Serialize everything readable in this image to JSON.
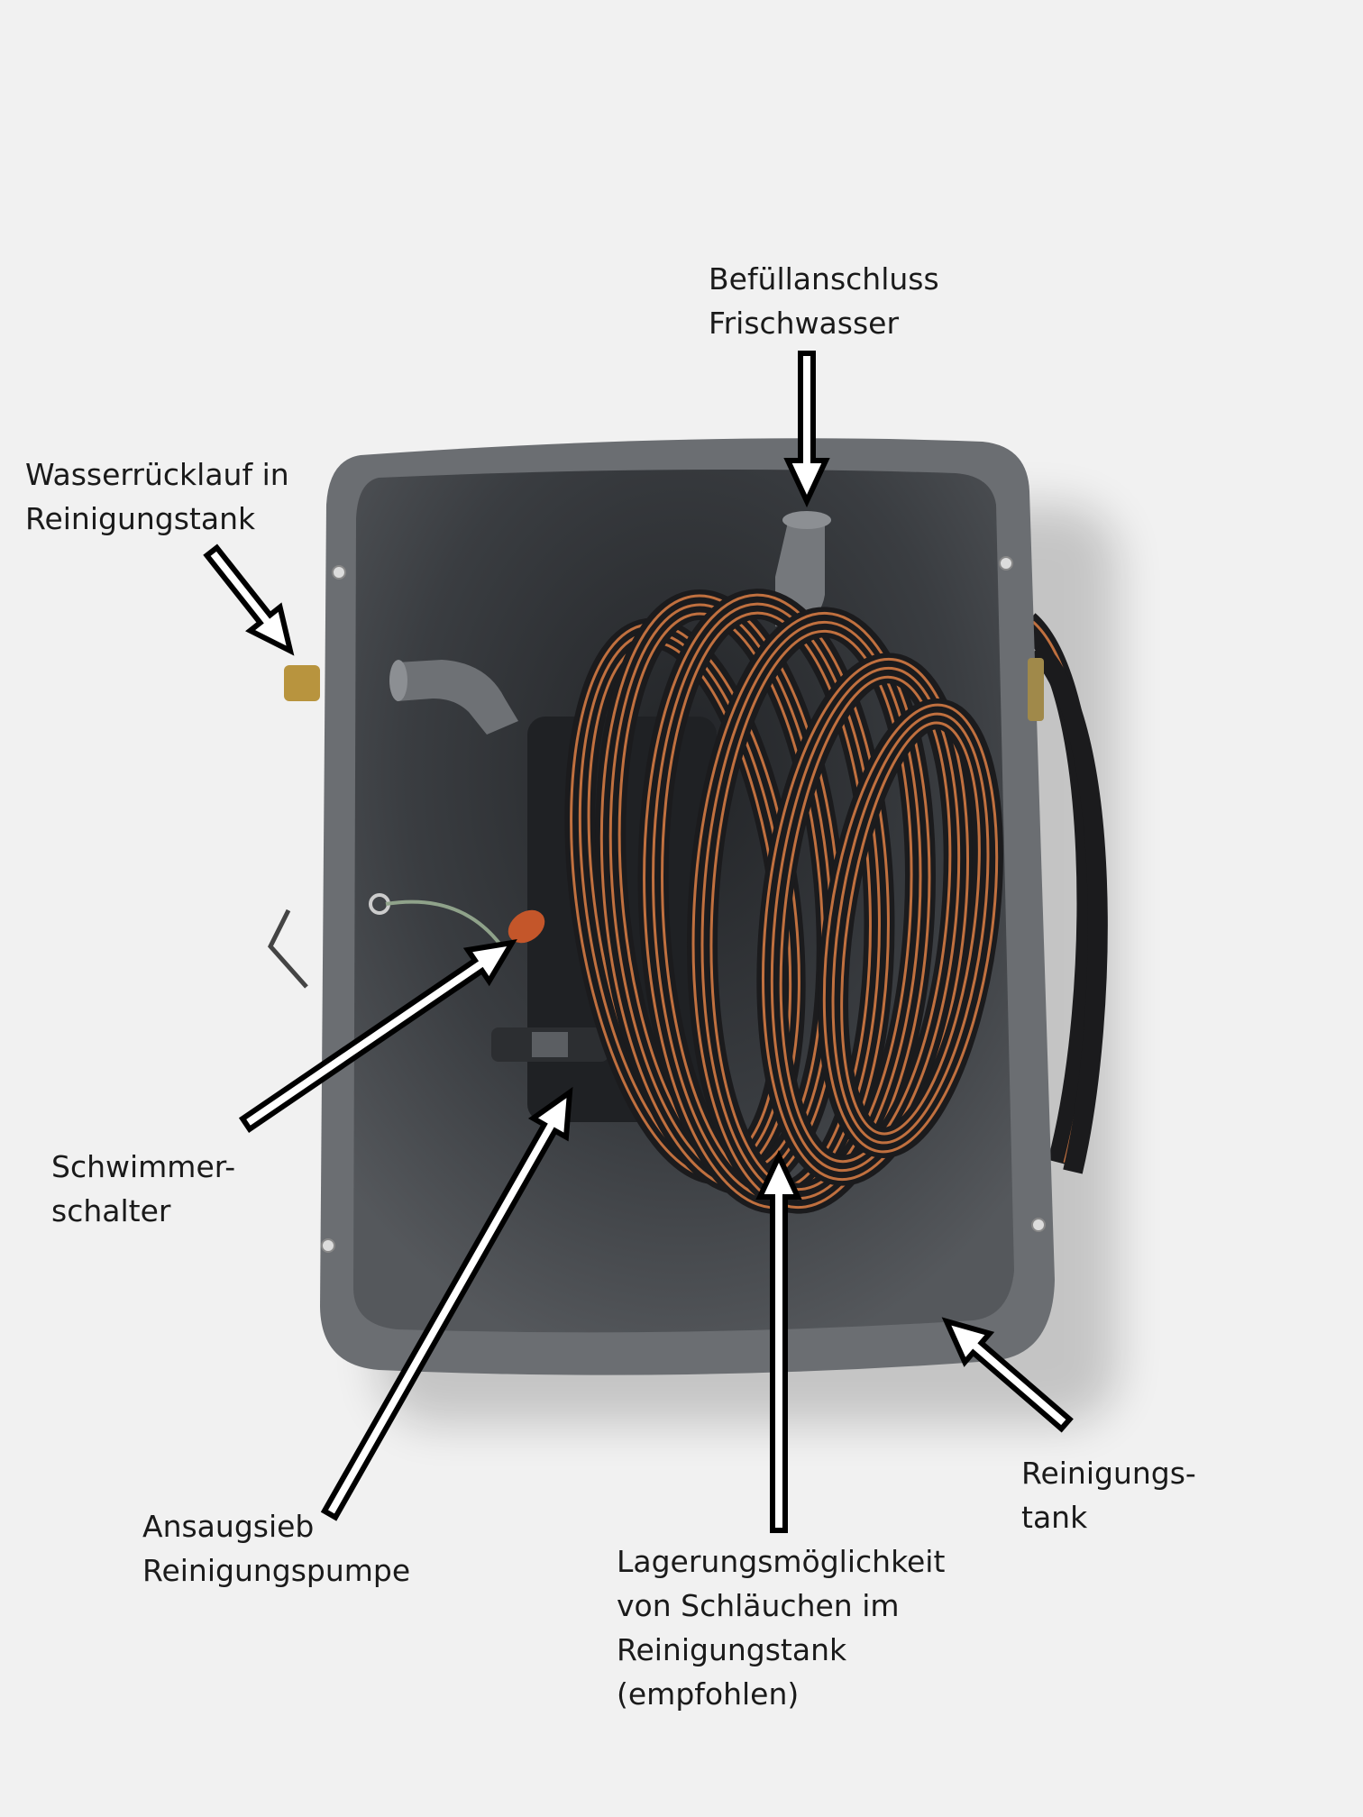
{
  "title": "Reinigungstank – Übersicht",
  "labels": {
    "fill_connection": [
      "Befüllanschluss",
      "Frischwasser"
    ],
    "water_return": [
      "Wasserrücklauf in",
      "Reinigungstank"
    ],
    "float_switch": [
      "Schwimmer-",
      "schalter"
    ],
    "suction_strainer": [
      "Ansaugsieb",
      "Reinigungspumpe"
    ],
    "hose_storage": [
      "Lagerungsmöglichkeit",
      "von Schläuchen im",
      "Reinigungstank",
      "(empfohlen)"
    ],
    "cleaning_tank": [
      "Reinigungs-",
      "tank"
    ]
  },
  "colors": {
    "background": "#f1f1f1",
    "tank_rim": "#6b6e72",
    "tank_inner": "#3c3f43",
    "hose_dark": "#1b1b1d",
    "hose_stripe": "#c0703f",
    "arrow_fill": "#ffffff",
    "arrow_stroke": "#000000"
  }
}
